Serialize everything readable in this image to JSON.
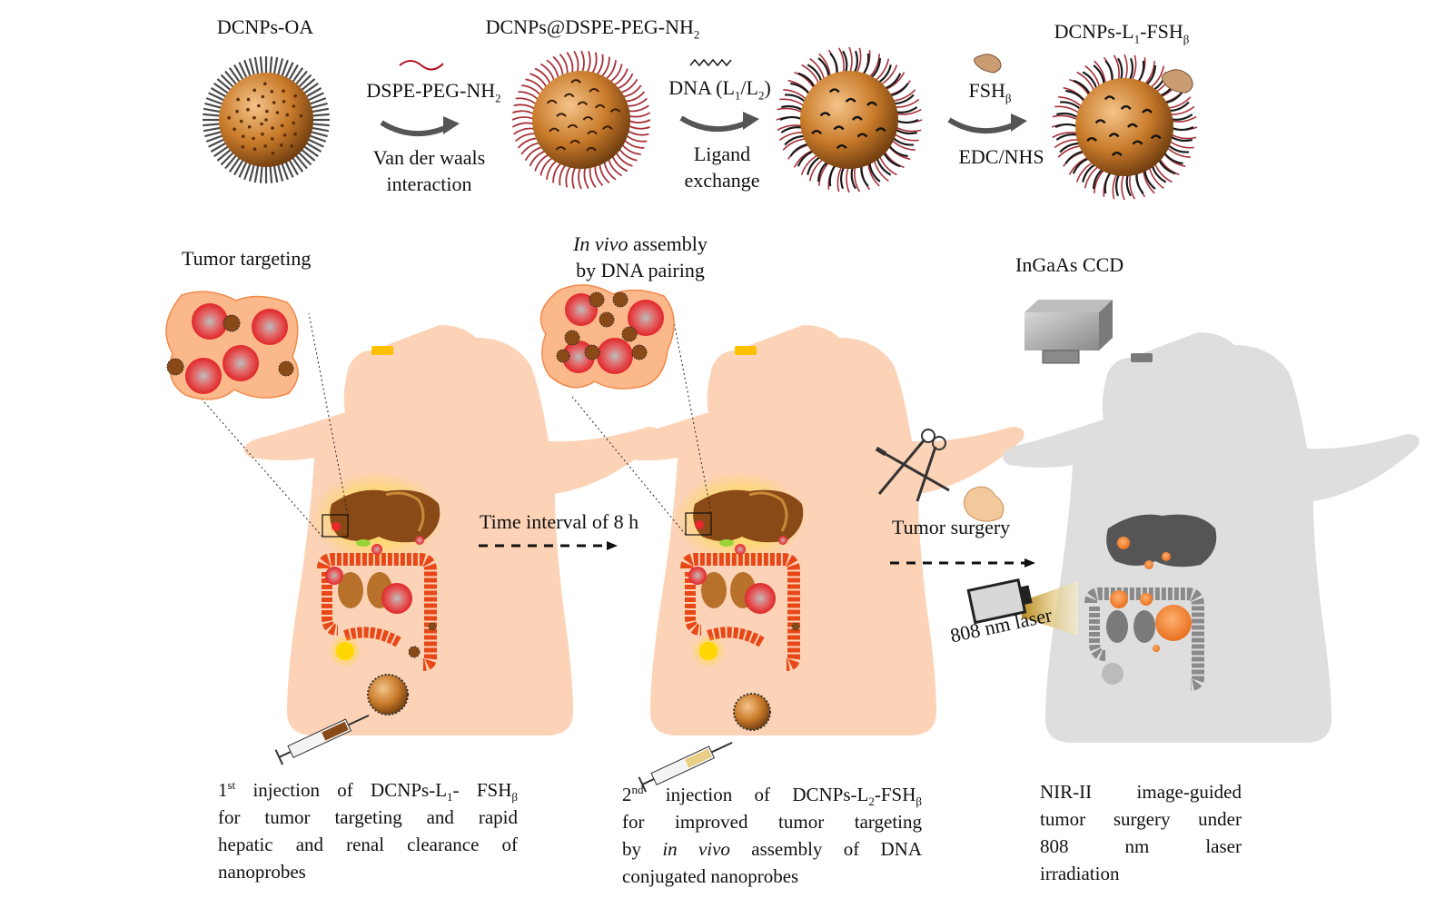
{
  "top_row": {
    "np1_label": "DCNPs-OA",
    "np2_label_main": "DCNPs@DSPE-PEG-NH",
    "np2_label_sub": "2",
    "np3_label_main": "DCNPs-L",
    "np3_label_sub1": "1",
    "np3_label_mid": "-FSH",
    "np3_label_sub2": "β",
    "step1_reagent_main": "DSPE-PEG-NH",
    "step1_reagent_sub": "2",
    "step1_line1": "Van der waals",
    "step1_line2": "interaction",
    "step2_reagent_a": "DNA (L",
    "step2_reagent_sub1": "1",
    "step2_reagent_b": "/L",
    "step2_reagent_sub2": "2",
    "step2_reagent_c": ")",
    "step2_line1": "Ligand",
    "step2_line2": "exchange",
    "step3_reagent_main": "FSH",
    "step3_reagent_sub": "β",
    "step3_line1": "EDC/NHS"
  },
  "panel1": {
    "title": "Tumor targeting",
    "caption": {
      "sup": "st",
      "num": "1",
      "l1a": " injection of  DCNPs-L",
      "l1sub": "1",
      "l1b": "- FSH",
      "l1sub2": "β",
      "l2": "for tumor targeting and  rapid",
      "l3": "hepatic and renal clearance of",
      "l4": "nanoprobes"
    }
  },
  "arrow1_label": "Time interval of 8 h",
  "panel2": {
    "title_italic": "In vivo",
    "title_rest": " assembly",
    "title_line2": "by DNA pairing",
    "caption": {
      "num": "2",
      "sup": "nd",
      "l1a": " injection of DCNPs-L",
      "l1sub": "2",
      "l1b": "-FSH",
      "l1sub2": "β",
      "l2": "for  improved tumor targeting",
      "l3a": "by ",
      "l3i": "in vivo",
      "l3b": " assembly of DNA",
      "l4": "conjugated nanoprobes"
    }
  },
  "arrow2_label": "Tumor surgery",
  "panel3": {
    "camera_label": "InGaAs CCD",
    "laser_label": "808 nm laser",
    "caption": {
      "l1": "NIR-II  image-guided",
      "l2": "tumor  surgery  under",
      "l3": "808       nm       laser",
      "l4": "irradiation"
    }
  },
  "colors": {
    "nanoparticle_core": "#c97b2a",
    "peg_red": "#b0303a",
    "mouse_body": "#fcd3b6",
    "mouse_grey": "#dcdcdc",
    "tumor_red": "#e8282a",
    "glow_yellow": "#ffe23a",
    "liver_brown": "#8a4a17"
  }
}
